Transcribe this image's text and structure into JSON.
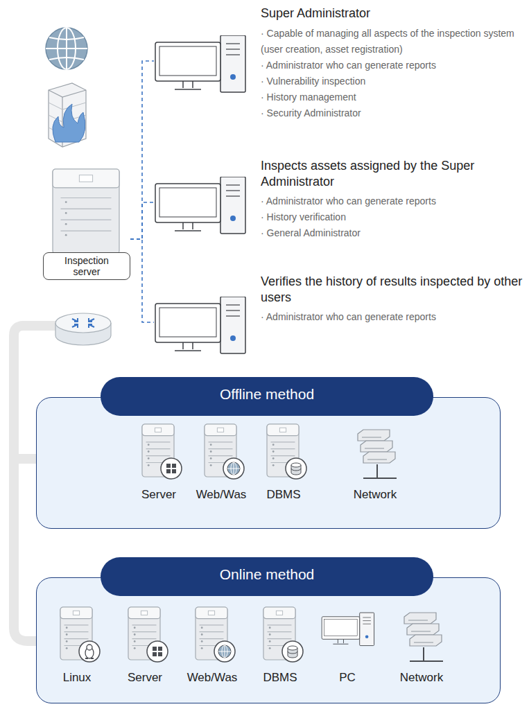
{
  "diagram": {
    "nodes": [
      {
        "text": [
          "Inspection server"
        ]
      },
      {
        "text": [
          "Super Administrator",
          "· Capable of managing all aspects of the inspection system (user creation, asset registration)",
          "· Administrator who can generate reports",
          "· Vulnerability inspection",
          "· History management",
          "· Security Administrator"
        ]
      },
      {
        "text": [
          "Inspects assets assigned by the Super Administrator",
          "· Administrator who can generate reports",
          "· History verification",
          "· General Administrator"
        ]
      },
      {
        "text": [
          "Verifies the history of results inspected by other users",
          "· Administrator who can generate reports"
        ]
      },
      {
        "text": [
          "Offline method"
        ]
      },
      {
        "text": [
          "Server"
        ],
        "in": 4
      },
      {
        "text": [
          "Web/Was"
        ],
        "in": 4
      },
      {
        "text": [
          "DBMS"
        ],
        "in": 4
      },
      {
        "text": [
          "Network"
        ],
        "in": 4
      },
      {
        "text": [
          "Online method"
        ]
      },
      {
        "text": [
          "Linux"
        ],
        "in": 9
      },
      {
        "text": [
          "Server"
        ],
        "in": 9
      },
      {
        "text": [
          "Web/Was"
        ],
        "in": 9
      },
      {
        "text": [
          "DBMS"
        ],
        "in": 9
      },
      {
        "text": [
          "PC"
        ],
        "in": 9
      },
      {
        "text": [
          "Network"
        ],
        "in": 9
      }
    ],
    "edges": [
      {
        "from": 0,
        "to": 1,
        "arrow": "none"
      },
      {
        "from": 0,
        "to": 2,
        "arrow": "none"
      },
      {
        "from": 0,
        "to": 3,
        "arrow": "none"
      }
    ]
  }
}
